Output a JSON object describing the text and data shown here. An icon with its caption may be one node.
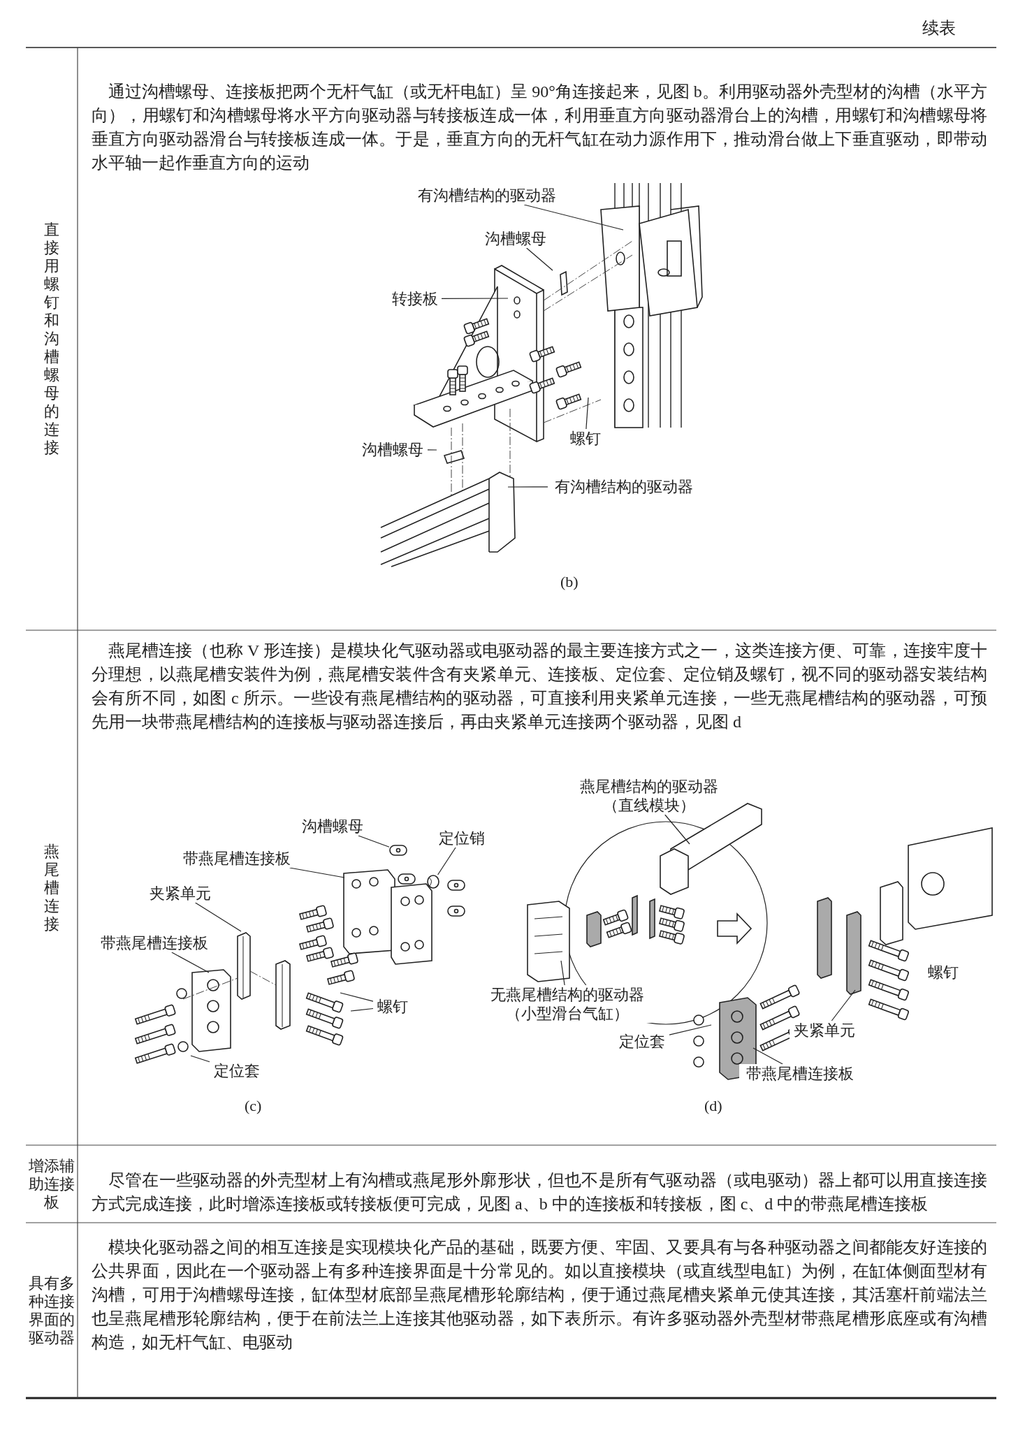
{
  "diagram": {
    "title": "续表",
    "nodes": [
      {
        "text": [
          "有沟槽结构的驱动器"
        ]
      },
      {
        "text": [
          "沟槽螺母"
        ]
      },
      {
        "text": [
          "转接板"
        ]
      },
      {
        "text": [
          "螺钉"
        ]
      },
      {
        "text": [
          "沟槽螺母"
        ]
      },
      {
        "text": [
          "有沟槽结构的驱动器"
        ]
      },
      {
        "text": [
          "沟槽螺母"
        ]
      },
      {
        "text": [
          "定位销"
        ]
      },
      {
        "text": [
          "带燕尾槽连接板"
        ]
      },
      {
        "text": [
          "夹紧单元"
        ]
      },
      {
        "text": [
          "带燕尾槽连接板"
        ]
      },
      {
        "text": [
          "螺钉"
        ]
      },
      {
        "text": [
          "定位套"
        ]
      },
      {
        "text": [
          "燕尾槽结构的驱动器（直线模块）"
        ]
      },
      {
        "text": [
          "无燕尾槽结构的驱动器（小型滑台气缸）"
        ]
      },
      {
        "text": [
          "定位套"
        ]
      },
      {
        "text": [
          "夹紧单元"
        ]
      },
      {
        "text": [
          "带燕尾槽连接板"
        ]
      },
      {
        "text": [],
        "shape": "picture"
      },
      {
        "text": [],
        "shape": "cylinder"
      }
    ],
    "edges": [
      {
        "from": 0,
        "to": null,
        "arrow": "none"
      },
      {
        "from": 1,
        "to": null,
        "arrow": "none"
      },
      {
        "from": 2,
        "to": null,
        "arrow": "none"
      },
      {
        "from": 3,
        "to": null,
        "arrow": "none"
      },
      {
        "from": 4,
        "to": null,
        "arrow": "none"
      },
      {
        "from": 5,
        "to": null,
        "arrow": "none"
      },
      {
        "from": 6,
        "to": 18,
        "arrow": "none"
      },
      {
        "from": 7,
        "to": 19,
        "arrow": "none"
      },
      {
        "from": 8,
        "to": null,
        "arrow": "none"
      },
      {
        "from": 9,
        "to": null,
        "arrow": "none"
      },
      {
        "from": 10,
        "to": null,
        "arrow": "none"
      },
      {
        "from": 11,
        "to": null,
        "arrow": "none"
      },
      {
        "from": 11,
        "to": null,
        "arrow": "none"
      },
      {
        "from": 12,
        "to": null,
        "arrow": "none"
      },
      {
        "from": 13,
        "to": null,
        "arrow": "none"
      },
      {
        "from": 14,
        "to": null,
        "arrow": "none"
      },
      {
        "from": 15,
        "to": null,
        "arrow": "none"
      },
      {
        "from": 16,
        "to": null,
        "arrow": "none"
      },
      {
        "from": 17,
        "to": null,
        "arrow": "none"
      }
    ],
    "labels": [
      "直接用螺钉和沟槽螺母的连接",
      "通过沟槽螺母、连接板把两个无杆气缸（或无杆电缸）呈 90°角连接起来，见图 b。利用驱动器外壳型材的沟槽（水平方向），用螺钉和沟槽螺母将水平方向驱动器与转接板连成一体，利用垂直方向驱动器滑台上的沟槽，用螺钉和沟槽螺母将垂直方向驱动器滑台与转接板连成一体。于是，垂直方向的无杆气缸在动力源作用下，推动滑台做上下垂直驱动，即带动水平轴一起作垂直方向的运动",
      "(b)",
      "燕尾槽连接",
      "燕尾槽连接（也称 V 形连接）是模块化气驱动器或电驱动器的最主要连接方式之一，这类连接方便、可靠，连接牢度十分理想，以燕尾槽安装件为例，燕尾槽安装件含有夹紧单元、连接板、定位套、定位销及螺钉，视不同的驱动器安装结构会有所不同，如图 c 所示。一些设有燕尾槽结构的驱动器，可直接利用夹紧单元连接，一些无燕尾槽结构的驱动器，可预先用一块带燕尾槽结构的连接板与驱动器连接后，再由夹紧单元连接两个驱动器，见图 d",
      "螺钉",
      "(c)",
      "(d)",
      "增添辅助连接板",
      "尽管在一些驱动器的外壳型材上有沟槽或燕尾形外廓形状，但也不是所有气驱动器（或电驱动）器上都可以用直接连接方式完成连接，此时增添连接板或转接板便可完成，见图 a、b 中的连接板和转接板，图 c、d 中的带燕尾槽连接板",
      "具有多种连接界面的驱动器",
      "模块化驱动器之间的相互连接是实现模块化产品的基础，既要方便、牢固、又要具有与各种驱动器之间都能友好连接的公共界面，因此在一个驱动器上有多种连接界面是十分常见的。如以直接模块（或直线型电缸）为例，在缸体侧面型材有沟槽，可用于沟槽螺母连接，缸体型材底部呈燕尾槽形轮廓结构，便于通过燕尾槽夹紧单元使其连接，其活塞杆前端法兰也呈燕尾槽形轮廓结构，便于在前法兰上连接其他驱动器，如下表所示。有许多驱动器外壳型材带燕尾槽形底座或有沟槽构造，如无杆气缸、电驱动"
    ]
  }
}
